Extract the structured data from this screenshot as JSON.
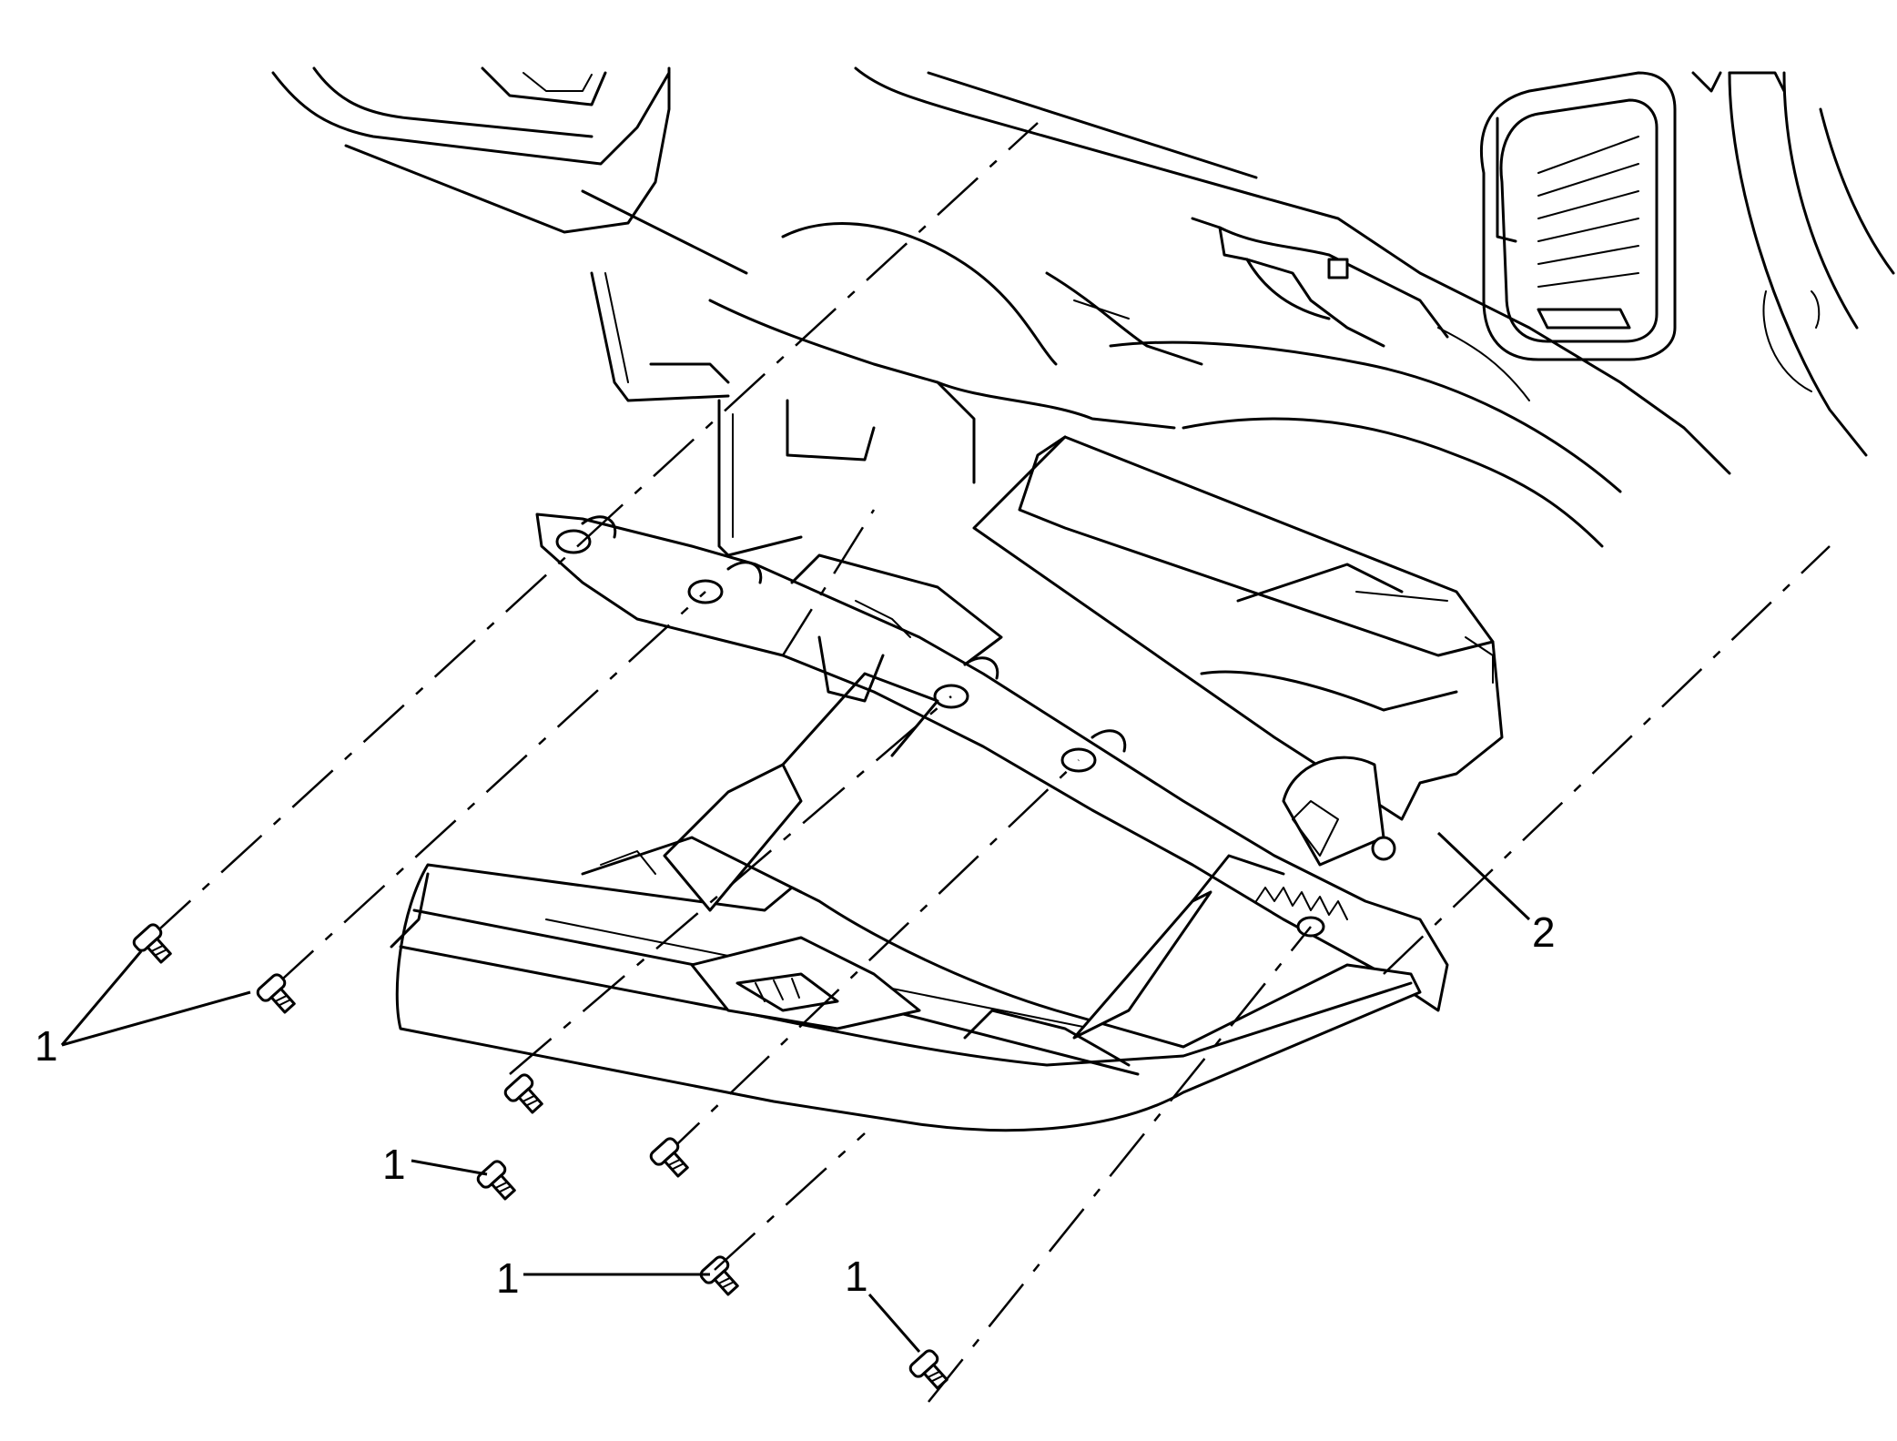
{
  "callouts": {
    "fastener_1a": "1",
    "fastener_1b": "1",
    "fastener_1c": "1",
    "fastener_1d": "1",
    "glove_box": "2"
  },
  "colors": {
    "line": "#000000",
    "background": "#ffffff"
  }
}
